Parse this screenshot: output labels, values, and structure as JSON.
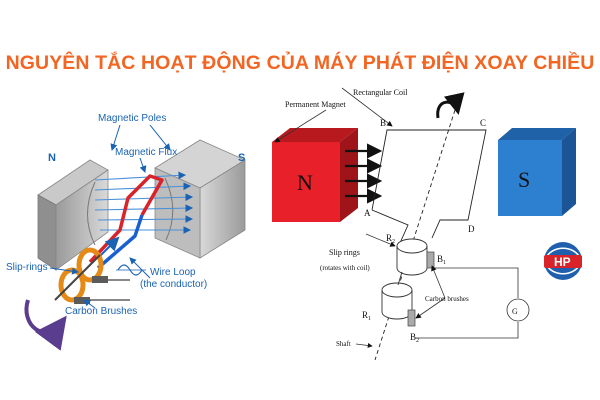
{
  "title": "NGUYÊN TẮC HOẠT ĐỘNG CỦA MÁY PHÁT ĐIỆN XOAY CHIỀU",
  "left_diagram": {
    "magnetic_poles": "Magnetic Poles",
    "magnetic_flux": "Magnetic Flux",
    "pole_n": "N",
    "pole_s": "S",
    "slip_rings": "Slip-rings",
    "wire_loop": "Wire Loop",
    "wire_loop_sub": "(the conductor)",
    "carbon_brushes": "Carbon Brushes"
  },
  "right_diagram": {
    "permanent_magnet": "Permanent Magnet",
    "rectangular_coil": "Rectangular Coil",
    "pole_n": "N",
    "pole_s": "S",
    "corner_a": "A",
    "corner_b": "B",
    "corner_c": "C",
    "corner_d": "D",
    "slip_rings": "Slip rings",
    "slip_rings_sub": "(rotates with coil)",
    "r1": "R",
    "r1_sub": "1",
    "r2": "R",
    "r2_sub": "2",
    "b1": "B",
    "b1_sub": "1",
    "b2": "B",
    "b2_sub": "2",
    "carbon_brushes": "Carbon brushes",
    "shaft": "Shaft",
    "galvanometer": "G"
  },
  "logo": {
    "text": "HP"
  },
  "colors": {
    "title": "#f26522",
    "north_magnet": "#e8202a",
    "south_magnet": "#2d7fd0",
    "label_blue": "#1a63b3",
    "ring_orange": "#e58a17",
    "arrow_purple": "#5a3d8f"
  }
}
